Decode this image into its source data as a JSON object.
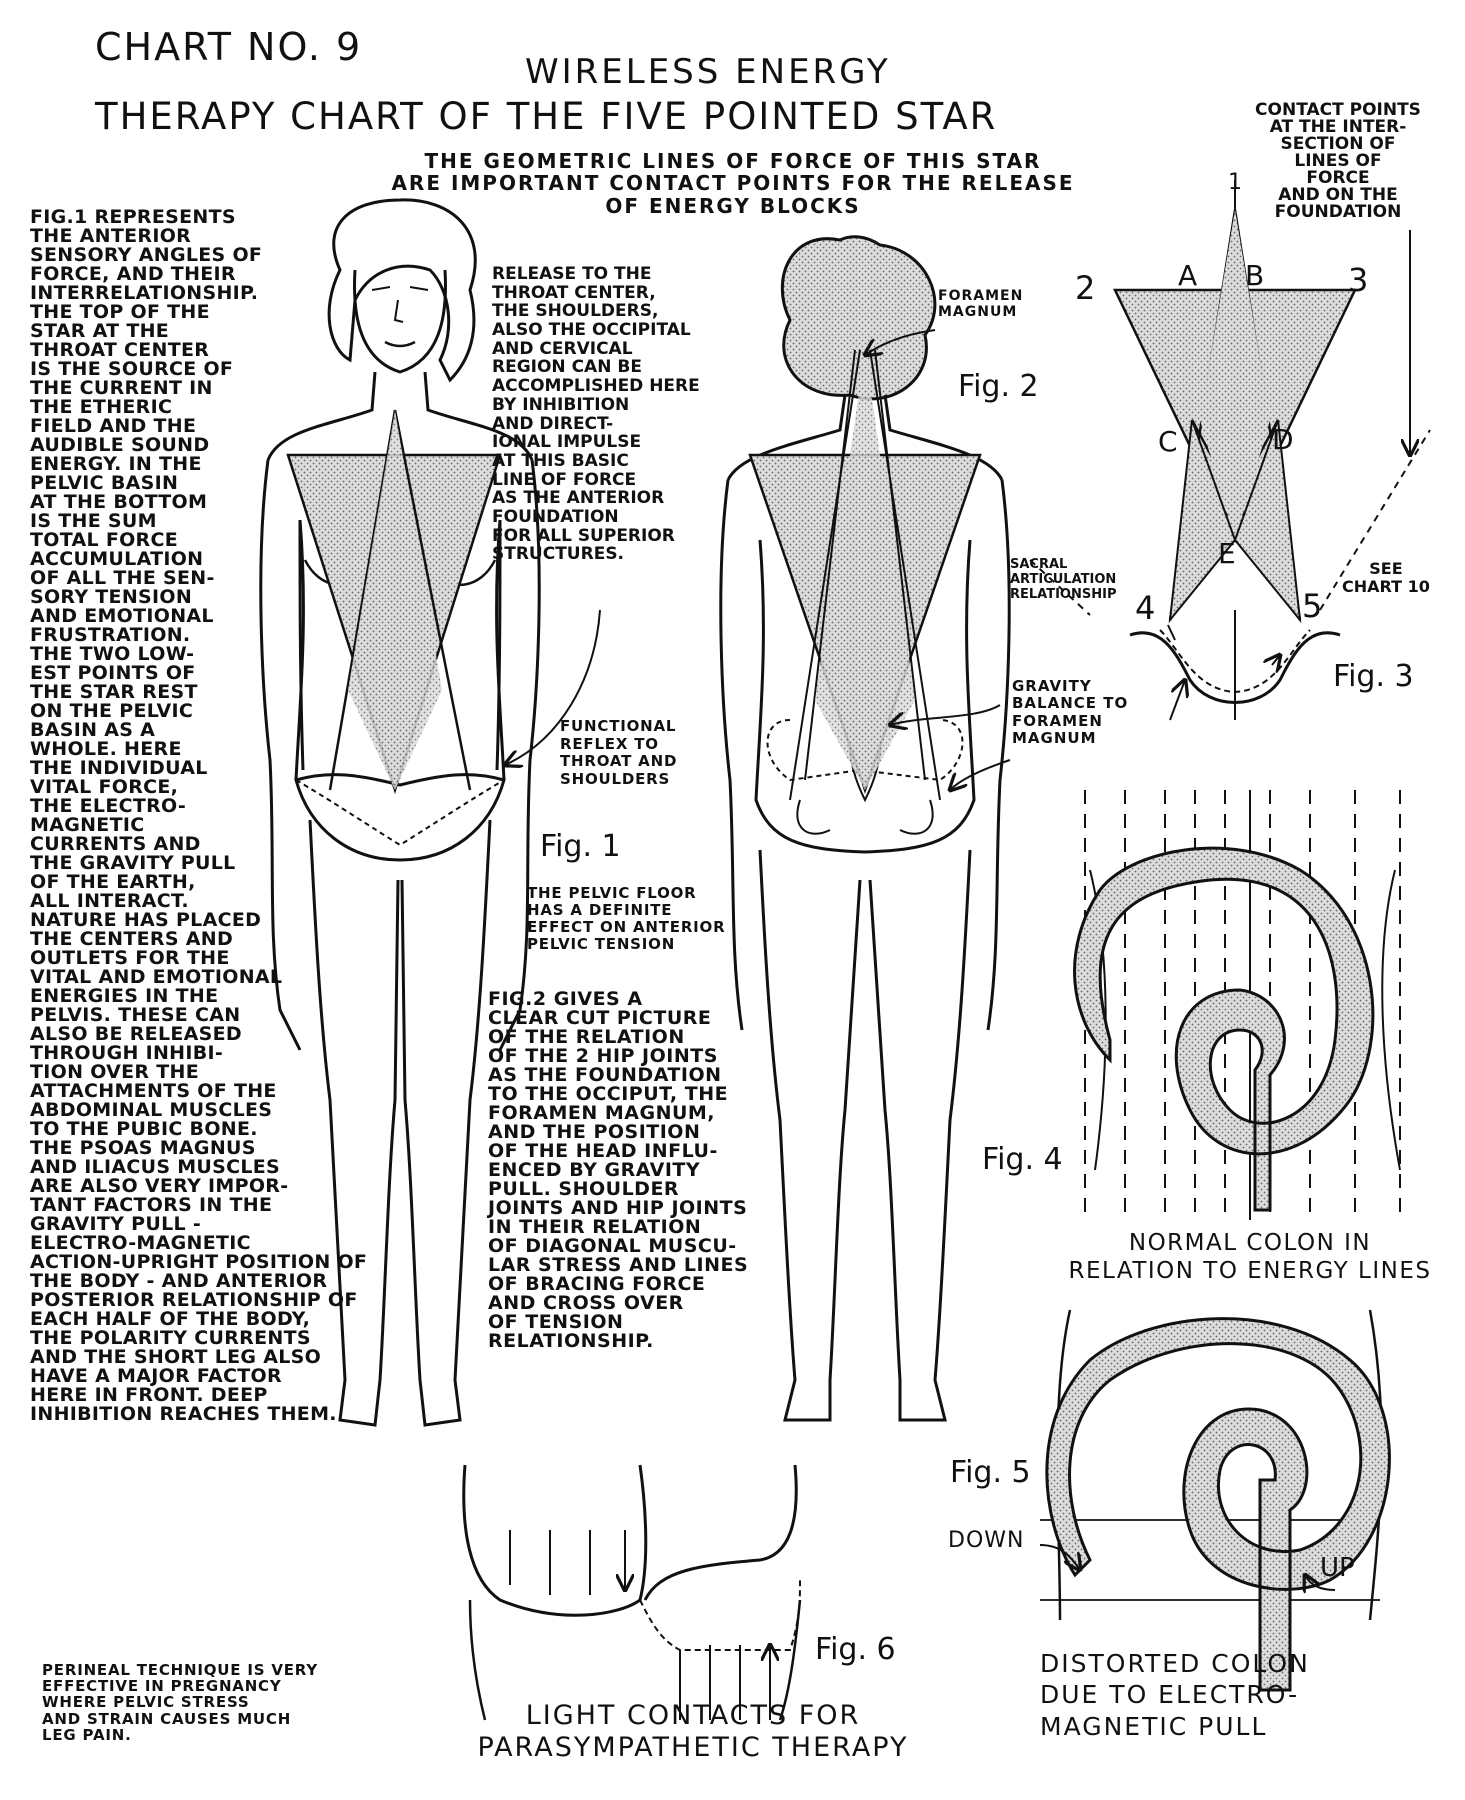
{
  "header": {
    "chart_no": "CHART NO. 9",
    "title_line1": "WIRELESS ENERGY",
    "title_line2": "THERAPY CHART OF THE FIVE POINTED STAR",
    "subtitle": "THE GEOMETRIC LINES OF FORCE OF THIS STAR\nARE IMPORTANT CONTACT POINTS FOR THE RELEASE\nOF ENERGY BLOCKS"
  },
  "left_column": {
    "main_text": "FIG.1 REPRESENTS\nTHE ANTERIOR\nSENSORY ANGLES OF\nFORCE, AND THEIR\nINTERRELATIONSHIP.\nTHE TOP OF THE\nSTAR AT THE\nTHROAT CENTER\nIS THE SOURCE OF\nTHE CURRENT IN\nTHE ETHERIC\nFIELD AND THE\nAUDIBLE SOUND\nENERGY. IN THE\nPELVIC BASIN\nAT THE BOTTOM\nIS THE SUM\nTOTAL FORCE\nACCUMULATION\nOF ALL THE SEN-\nSORY TENSION\nAND EMOTIONAL\nFRUSTRATION.\nTHE TWO LOW-\nEST POINTS OF\nTHE STAR REST\nON THE PELVIC\nBASIN AS A\nWHOLE. HERE\nTHE INDIVIDUAL\nVITAL FORCE,\nTHE ELECTRO-\nMAGNETIC\nCURRENTS AND\nTHE GRAVITY PULL\nOF THE EARTH,\nALL INTERACT.\nNATURE HAS PLACED\nTHE CENTERS AND\nOUTLETS FOR THE\nVITAL AND EMOTIONAL\nENERGIES IN THE\nPELVIS. THESE CAN\nALSO BE RELEASED\nTHROUGH INHIBI-\nTION OVER THE\nATTACHMENTS OF THE\nABDOMINAL MUSCLES\nTO THE PUBIC BONE.\nTHE PSOAS MAGNUS\nAND ILIACUS MUSCLES\nARE ALSO VERY IMPOR-\nTANT FACTORS IN THE\nGRAVITY PULL -\nELECTRO-MAGNETIC\nACTION-UPRIGHT POSITION OF\nTHE BODY - AND ANTERIOR\nPOSTERIOR RELATIONSHIP OF\nEACH HALF OF THE BODY,\nTHE POLARITY CURRENTS\nAND THE SHORT LEG ALSO\nHAVE A MAJOR FACTOR\nHERE IN FRONT. DEEP\nINHIBITION REACHES THEM.",
    "perineal_note": "PERINEAL TECHNIQUE IS VERY\nEFFECTIVE IN PREGNANCY\nWHERE PELVIC STRESS\nAND STRAIN CAUSES MUCH\nLEG PAIN."
  },
  "fig1": {
    "label": "Fig. 1",
    "release_text": "RELEASE TO THE\nTHROAT CENTER,\nTHE SHOULDERS,\nALSO THE OCCIPITAL\nAND CERVICAL\nREGION CAN BE\nACCOMPLISHED HERE\nBY INHIBITION\nAND DIRECT-\nIONAL IMPULSE\nAT THIS BASIC\nLINE OF FORCE\nAS THE ANTERIOR\nFOUNDATION\nFOR ALL SUPERIOR\nSTRUCTURES.",
    "functional_reflex": "FUNCTIONAL\nREFLEX TO\nTHROAT AND\nSHOULDERS",
    "pelvic_floor": "THE PELVIC FLOOR\nHAS A DEFINITE\nEFFECT ON ANTERIOR\nPELVIC TENSION"
  },
  "fig2": {
    "label": "Fig. 2",
    "foramen_magnum": "FORAMEN\nMAGNUM",
    "sacral": "SACRAL\nARTICULATION\nRELATIONSHIP",
    "gravity_balance": "GRAVITY\nBALANCE TO\nFORAMEN\nMAGNUM",
    "description": "FIG.2 GIVES A\nCLEAR CUT PICTURE\nOF THE RELATION\nOF THE 2 HIP JOINTS\nAS THE FOUNDATION\nTO THE OCCIPUT, THE\nFORAMEN MAGNUM,\nAND THE POSITION\nOF THE HEAD INFLU-\nENCED BY GRAVITY\nPULL. SHOULDER\nJOINTS AND HIP JOINTS\nIN THEIR RELATION\nOF DIAGONAL MUSCU-\nLAR STRESS AND LINES\nOF BRACING FORCE\nAND CROSS OVER\nOF TENSION\nRELATIONSHIP."
  },
  "fig3": {
    "label": "Fig. 3",
    "contact_points": "CONTACT POINTS\nAT THE INTER-\nSECTION OF\nLINES OF\nFORCE\nAND ON THE\nFOUNDATION",
    "see_chart": "SEE\nCHART 10",
    "point_labels": {
      "p1": "1",
      "p2": "2",
      "p3": "3",
      "p4": "4",
      "p5": "5",
      "a": "A",
      "b": "B",
      "c": "C",
      "d": "D",
      "e": "E"
    }
  },
  "fig4": {
    "label": "Fig. 4",
    "caption": "NORMAL COLON IN\nRELATION TO ENERGY LINES"
  },
  "fig5": {
    "label": "Fig. 5",
    "down": "DOWN",
    "up": "UP",
    "caption": "DISTORTED COLON\nDUE TO ELECTRO-\nMAGNETIC PULL"
  },
  "fig6": {
    "label": "Fig. 6",
    "caption": "LIGHT CONTACTS FOR\nPARASYMPATHETIC THERAPY"
  }
}
